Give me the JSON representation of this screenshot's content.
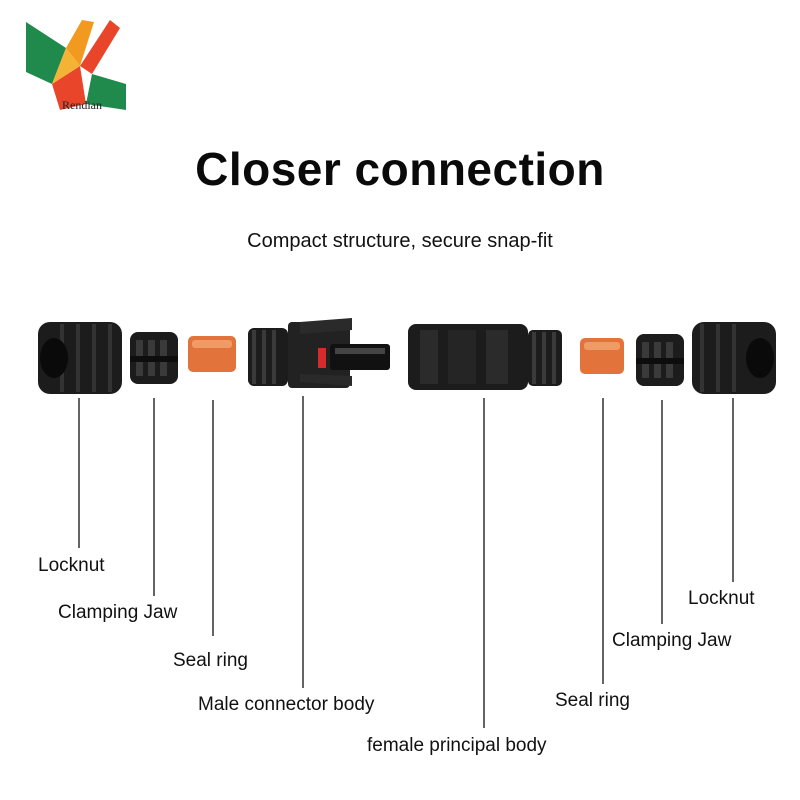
{
  "brand": {
    "name": "Rendian"
  },
  "header": {
    "title": "Closer connection",
    "subtitle": "Compact structure, secure snap-fit"
  },
  "parts": {
    "locknut_left": "Locknut",
    "clamping_jaw_left": "Clamping Jaw",
    "seal_ring_left": "Seal ring",
    "male_body": "Male connector body",
    "female_body": "female principal body",
    "seal_ring_right": "Seal ring",
    "clamping_jaw_right": "Clamping Jaw",
    "locknut_right": "Locknut"
  },
  "colors": {
    "part_black": "#1c1c1c",
    "seal_orange": "#e2733a",
    "logo_green": "#1f8a4c",
    "logo_red": "#e8452a",
    "logo_orange": "#f29a1f"
  }
}
